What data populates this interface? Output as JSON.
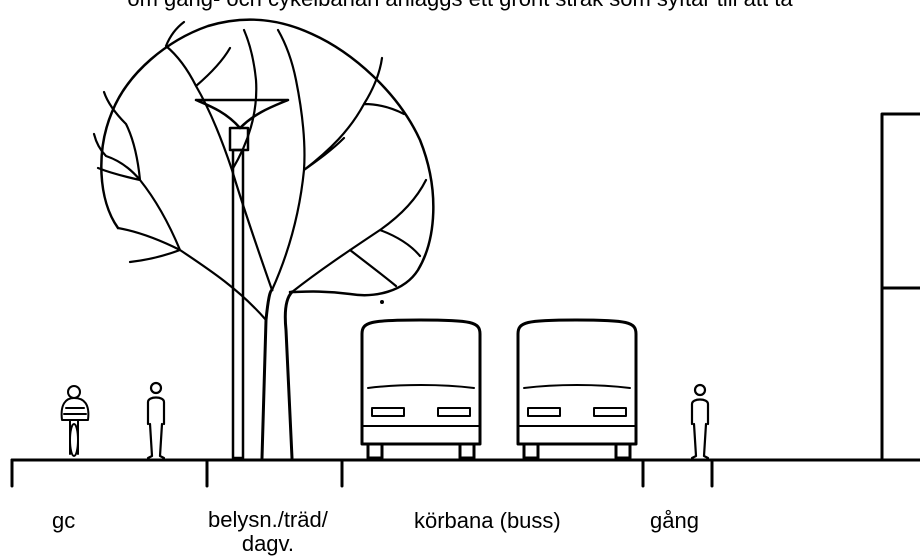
{
  "header": {
    "caption": "om gång- och cykelbanan anläggs ett grönt stråk som syftar till att ta"
  },
  "zones": [
    {
      "id": "gc",
      "label": "gc"
    },
    {
      "id": "belysn",
      "label": "belysn./träd/\ndagv."
    },
    {
      "id": "korbana",
      "label": "körbana (buss)"
    },
    {
      "id": "gang",
      "label": "gång"
    }
  ],
  "colors": {
    "ink": "#000000",
    "background": "#ffffff"
  }
}
